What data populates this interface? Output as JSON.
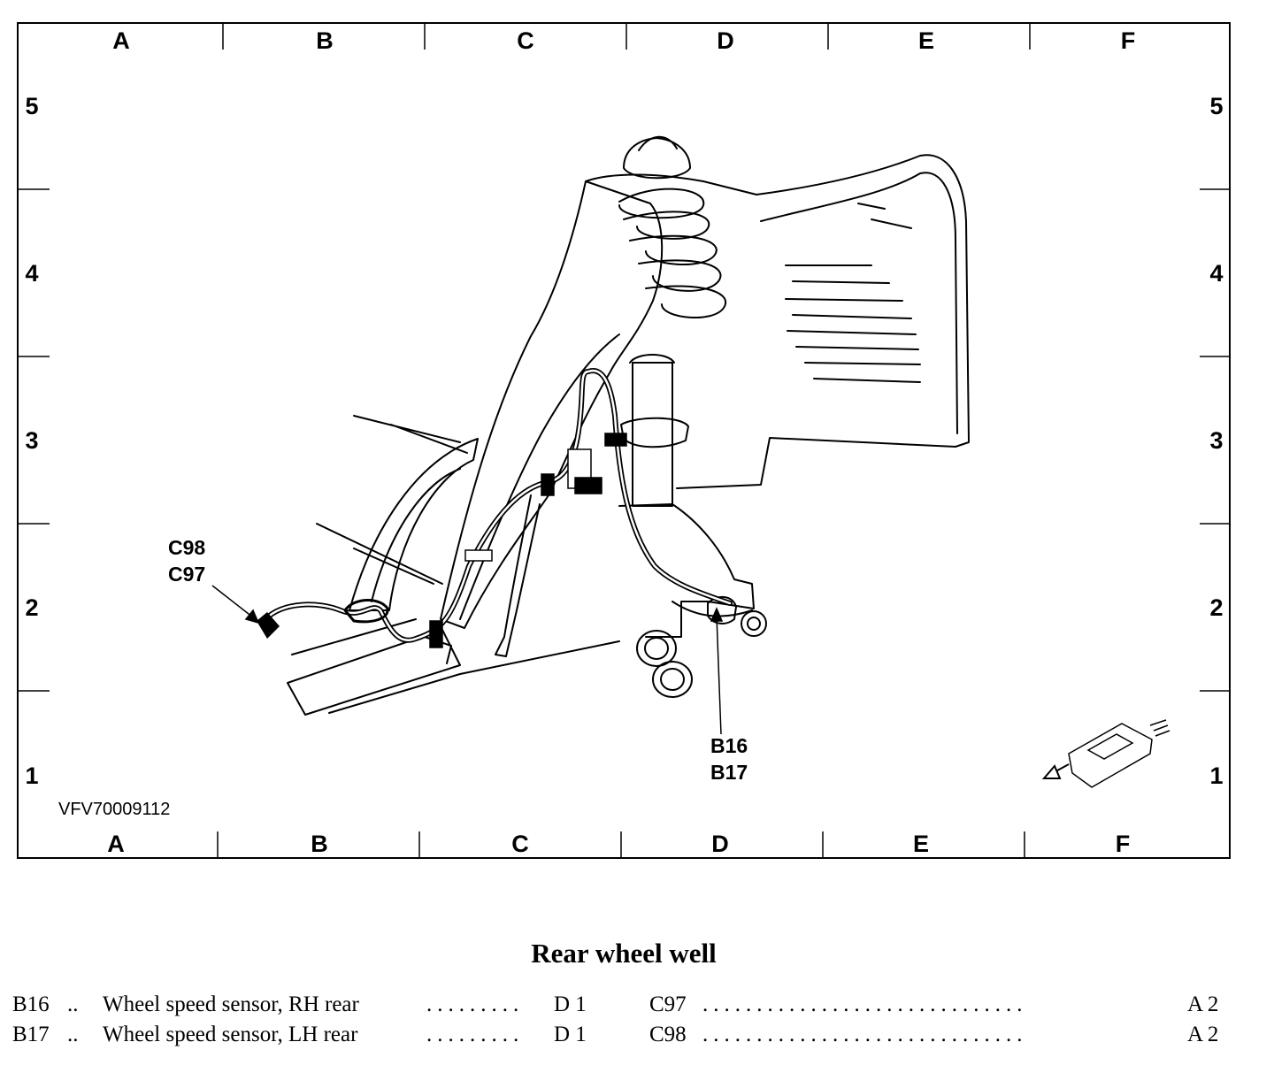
{
  "diagram": {
    "grid_columns": [
      "A",
      "B",
      "C",
      "D",
      "E",
      "F"
    ],
    "grid_rows": [
      "5",
      "4",
      "3",
      "2",
      "1"
    ],
    "reference_code": "VFV70009112",
    "callouts": [
      {
        "lines": [
          "C98",
          "C97"
        ]
      },
      {
        "lines": [
          "B16",
          "B17"
        ]
      }
    ]
  },
  "title": "Rear wheel well",
  "legend": [
    {
      "code": "B16",
      "sep": "..",
      "description": "Wheel speed sensor, RH rear",
      "leader": ".........",
      "location": "D 1",
      "code2": "C97",
      "leader2": "..............................",
      "location2": "A 2"
    },
    {
      "code": "B17",
      "sep": "..",
      "description": "Wheel speed sensor, LH rear",
      "leader": ".........",
      "location": "D 1",
      "code2": "C98",
      "leader2": "..............................",
      "location2": "A 2"
    }
  ]
}
